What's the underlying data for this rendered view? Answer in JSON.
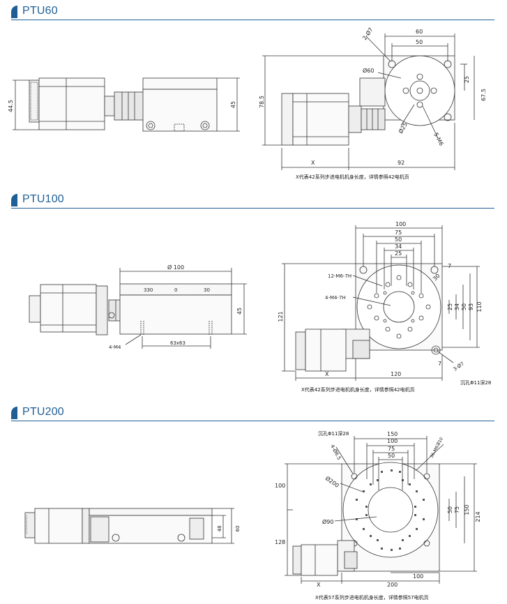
{
  "sections": [
    {
      "title": "PTU60",
      "side_dims": {
        "height_left": "44.5",
        "height_right": "45"
      },
      "top_dims": {
        "w60": "60",
        "w50": "50",
        "holes": "2-Ø7",
        "dia60": "Ø60",
        "d25": "25",
        "d67_5": "67.5",
        "d78_5": "78.5",
        "dia25": "Ø25",
        "thread": "5-M6",
        "x": "X",
        "w92": "92"
      },
      "note": "X代表42系列步进电机机身长度，详情参照42电机页"
    },
    {
      "title": "PTU100",
      "side_dims": {
        "dia100": "Ø 100",
        "scale_330": "330",
        "scale_0": "0",
        "scale_30": "30",
        "h45": "45",
        "m4": "4-M4",
        "grid": "63x63"
      },
      "top_dims": {
        "w100": "100",
        "w75": "75",
        "w50": "50",
        "w34": "34",
        "w25": "25",
        "m6": "12-M6-7H",
        "m4": "4-M4-7H",
        "ang30": "30",
        "d7a": "7",
        "v25": "25",
        "v34": "34",
        "v50": "50",
        "v93": "93",
        "v110": "110",
        "h121": "121",
        "x": "X",
        "w120": "120",
        "d7b": "7",
        "holes": "3-Ø7",
        "counter": "沉孔Φ11深28"
      },
      "note": "X代表42系列步进电机机身长度，详情参照42电机页"
    },
    {
      "title": "PTU200",
      "side_dims": {
        "h48": "48",
        "h60": "60"
      },
      "top_dims": {
        "counter": "沉孔Φ11深28",
        "w150": "150",
        "w100": "100",
        "w75": "75",
        "w50": "50",
        "holes": "4-Ø6.5",
        "thread": "36-M6深10",
        "dia200": "Ø200",
        "dia90": "Ø90",
        "h100": "100",
        "v50": "50",
        "v75": "75",
        "v150": "150",
        "v214": "214",
        "h128": "128",
        "x": "X",
        "w200": "200",
        "w100b": "100"
      },
      "note": "X代表57系列步进电机机身长度，详情参照57电机页"
    }
  ]
}
